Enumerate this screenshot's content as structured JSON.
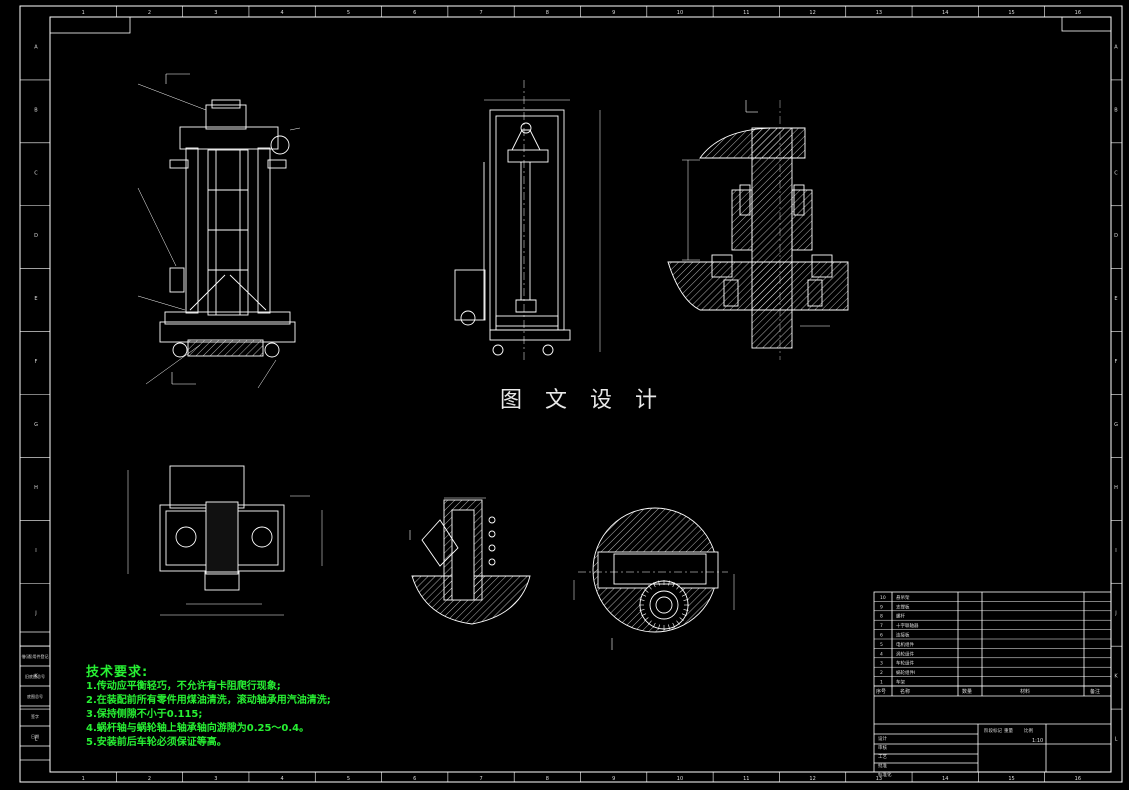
{
  "watermark": "图 文 设 计",
  "tech_requirements": {
    "title": "技术要求:",
    "items": [
      "1.传动应平衡轻巧，不允许有卡阻爬行现象;",
      "2.在装配前所有零件用煤油清洗，滚动轴承用汽油清洗;",
      "3.保持侧隙不小于0.115;",
      "4.蜗杆轴与蜗轮轴上轴承轴向游隙为0.25～0.4。",
      "5.安装前后车轮必须保证等高。"
    ]
  },
  "frame_numbers": [
    "1",
    "2",
    "3",
    "4",
    "5",
    "6",
    "7",
    "8",
    "9",
    "10",
    "11",
    "12",
    "13",
    "14",
    "15",
    "16"
  ],
  "frame_letters": [
    "A",
    "B",
    "C",
    "D",
    "E",
    "F",
    "G",
    "H",
    "I",
    "J",
    "K",
    "L"
  ],
  "parts_list": {
    "rows": [
      {
        "no": "10",
        "name": "悬吊架"
      },
      {
        "no": "9",
        "name": "支撑板"
      },
      {
        "no": "8",
        "name": "螺杆"
      },
      {
        "no": "7",
        "name": "十字联轴器"
      },
      {
        "no": "6",
        "name": "连接板"
      },
      {
        "no": "5",
        "name": "电机组件"
      },
      {
        "no": "4",
        "name": "涡轮组件"
      },
      {
        "no": "3",
        "name": "车轮组件"
      },
      {
        "no": "2",
        "name": "蜗轮组件I"
      },
      {
        "no": "1",
        "name": "车架"
      }
    ],
    "header": [
      "序号",
      "名称",
      "数量",
      "材料",
      "备注"
    ]
  },
  "title_block": {
    "fields": [
      "设计",
      "审核",
      "工艺",
      "批准",
      "标准化"
    ],
    "scale": "1:10",
    "labels": [
      "阶段标记",
      "重量",
      "比例"
    ]
  },
  "left_strip": [
    "借(通)用件登记",
    "旧底图总号",
    "底图总号",
    "签字",
    "日期"
  ],
  "colors": {
    "line": "#ffffff",
    "tech_text": "#27f033",
    "dimension": "#e0e0e0",
    "background": "#000000"
  }
}
